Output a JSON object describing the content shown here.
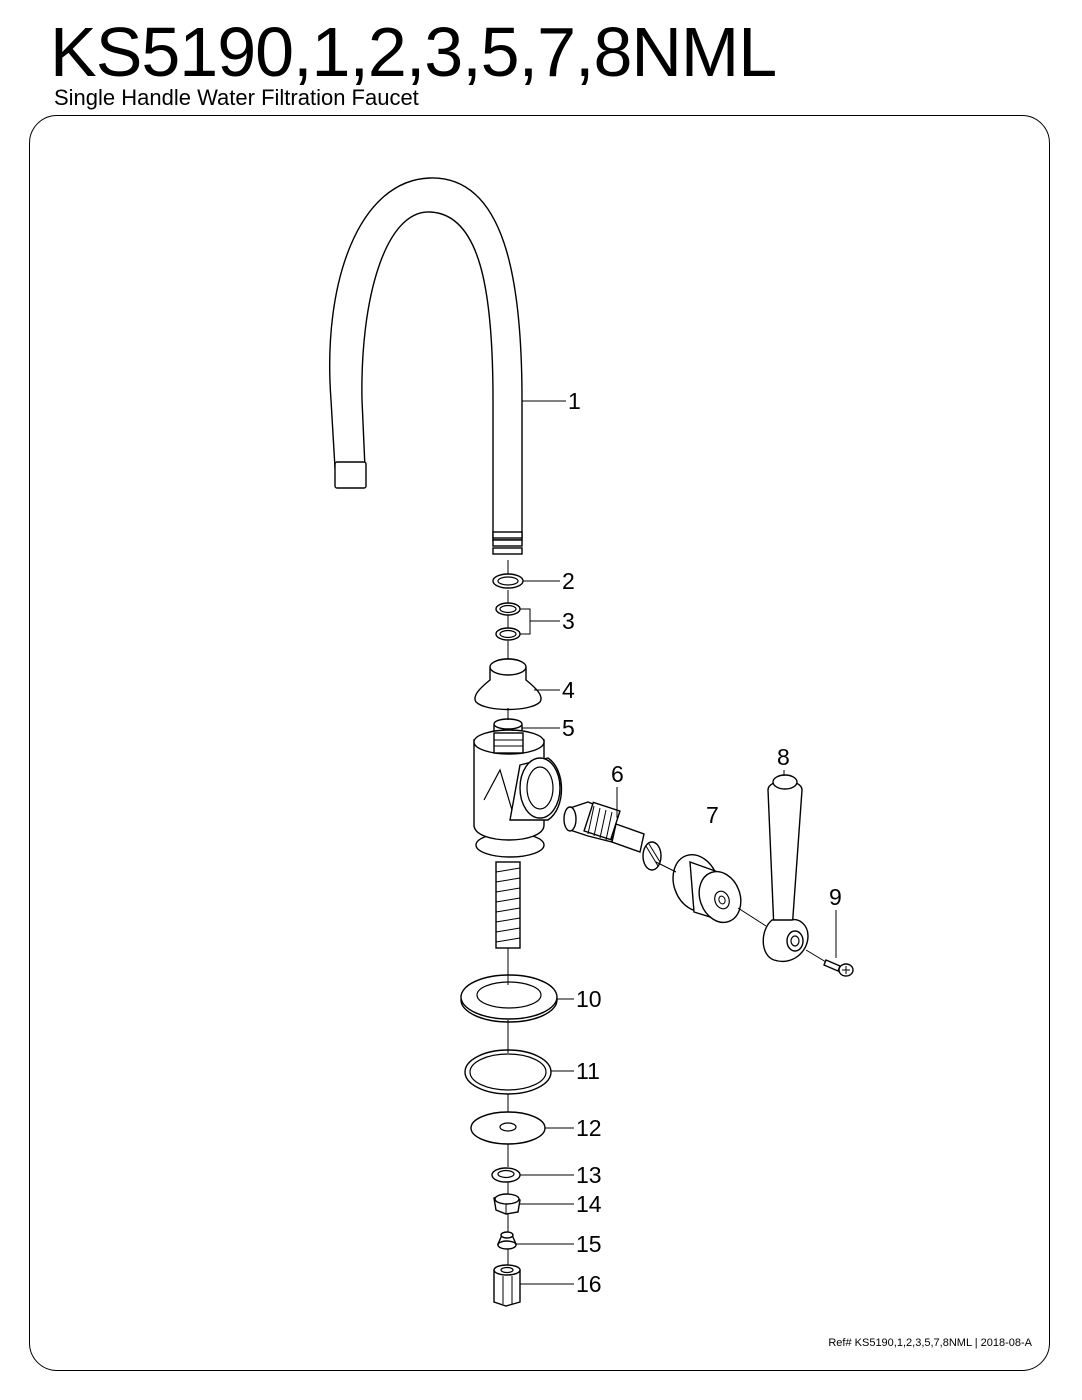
{
  "header": {
    "title": "KS5190,1,2,3,5,7,8NML",
    "subtitle": "Single Handle Water Filtration Faucet"
  },
  "footer": {
    "reference": "Ref# KS5190,1,2,3,5,7,8NML | 2018-08-A"
  },
  "callouts": [
    "1",
    "2",
    "3",
    "4",
    "5",
    "6",
    "7",
    "8",
    "9",
    "10",
    "11",
    "12",
    "13",
    "14",
    "15",
    "16"
  ]
}
